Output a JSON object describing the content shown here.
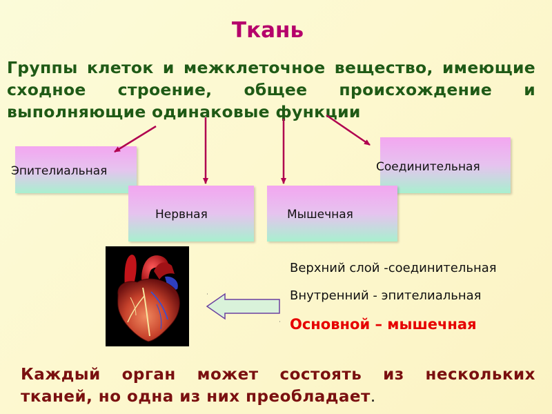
{
  "title": "Ткань",
  "definition": "Группы клеток и межклеточное вещество, имеющие сходное строение, общее происхождение и выполняющие одинаковые функции",
  "tissues": {
    "epithelial": "Эпителиальная",
    "nervous": "Нервная",
    "muscle": "Мышечная",
    "connective": "Соединительная"
  },
  "heart_layers": {
    "outer": "Верхний слой -соединительная",
    "inner": "Внутренний   -  эпителиальная",
    "main": "Основной – мышечная"
  },
  "conclusion": "Каждый орган может состоять из нескольких тканей, но одна из них преобладает",
  "conclusion_period": ".",
  "colors": {
    "title": "#b5006b",
    "definition": "#1f5a16",
    "arrow": "#b0004f",
    "main_layer": "#e60000",
    "conclusion": "#7a1010",
    "box_top": "#f3a6f0",
    "box_bottom": "#a8f0cf"
  },
  "icons": {
    "heart": "anatomical-heart-image",
    "left_arrow": "left-arrow-icon"
  }
}
